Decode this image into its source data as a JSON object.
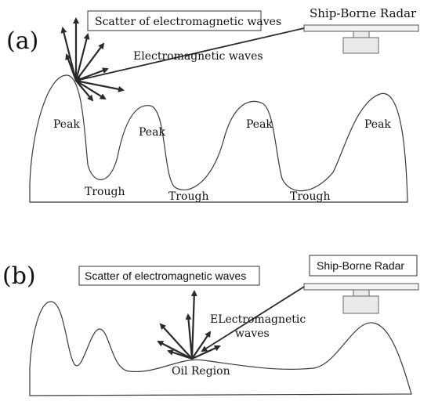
{
  "panel_a": {
    "label": "(a)",
    "scatter_box": "Scatter of electromagnetic waves",
    "em_label": "Electromagnetic waves",
    "radar_label": "Ship-Borne Radar",
    "peaks": [
      "Peak",
      "Peak",
      "Peak",
      "Peak"
    ],
    "troughs": [
      "Trough",
      "Trough",
      "Trough"
    ]
  },
  "panel_b": {
    "label": "(b)",
    "scatter_box": "Scatter of electromagnetic waves",
    "radar_label": "Ship-Borne Radar",
    "em_label_line1": "ELectromagnetic",
    "em_label_line2": "waves",
    "oil_label": "Oil Region"
  }
}
